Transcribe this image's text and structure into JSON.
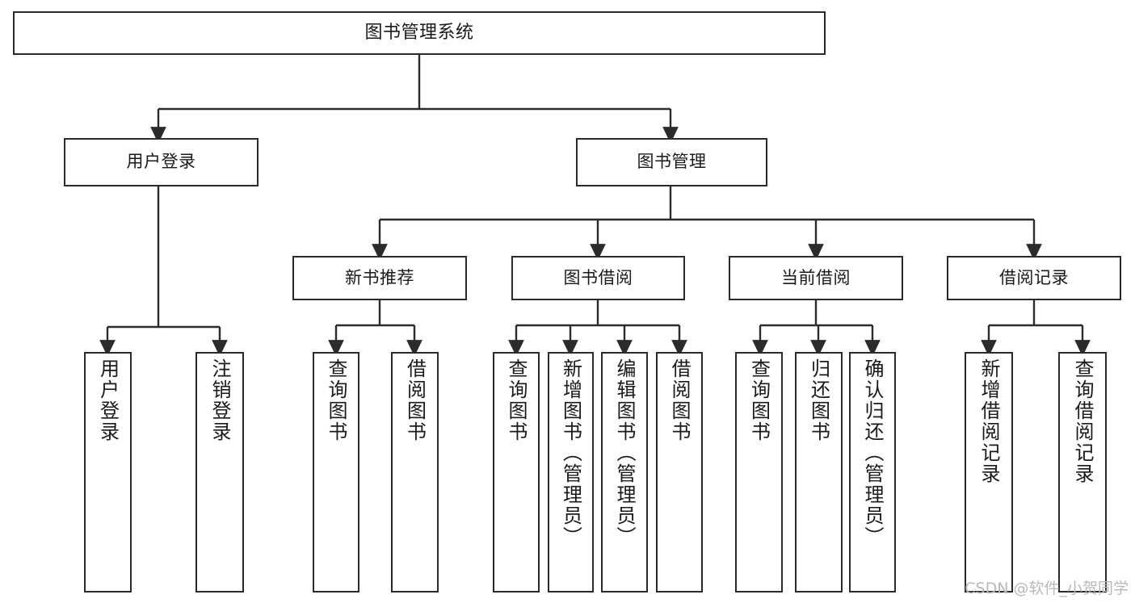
{
  "diagram": {
    "title": "图书管理系统",
    "type": "tree",
    "colors": {
      "stroke": "#2b2b2b",
      "fill": "#ffffff",
      "text": "#1a1a1a",
      "watermark": "#b9b9b9"
    },
    "levels": {
      "root": {
        "label": "图书管理系统"
      },
      "level2": [
        {
          "label": "用户登录"
        },
        {
          "label": "图书管理"
        }
      ],
      "level3": [
        {
          "label": "新书推荐"
        },
        {
          "label": "图书借阅"
        },
        {
          "label": "当前借阅"
        },
        {
          "label": "借阅记录"
        }
      ],
      "leaves": [
        {
          "label": "用户登录",
          "parent": "用户登录"
        },
        {
          "label": "注销登录",
          "parent": "用户登录"
        },
        {
          "label": "查询图书",
          "parent": "新书推荐"
        },
        {
          "label": "借阅图书",
          "parent": "新书推荐"
        },
        {
          "label": "查询图书",
          "parent": "图书借阅"
        },
        {
          "label": "新增图书（管理员）",
          "parent": "图书借阅"
        },
        {
          "label": "编辑图书（管理员）",
          "parent": "图书借阅"
        },
        {
          "label": "借阅图书",
          "parent": "图书借阅"
        },
        {
          "label": "查询图书",
          "parent": "当前借阅"
        },
        {
          "label": "归还图书",
          "parent": "当前借阅"
        },
        {
          "label": "确认归还（管理员）",
          "parent": "当前借阅"
        },
        {
          "label": "新增借阅记录",
          "parent": "借阅记录"
        },
        {
          "label": "查询借阅记录",
          "parent": "借阅记录"
        }
      ]
    }
  },
  "watermark": {
    "text": "CSDN @软件_小贺同学"
  }
}
